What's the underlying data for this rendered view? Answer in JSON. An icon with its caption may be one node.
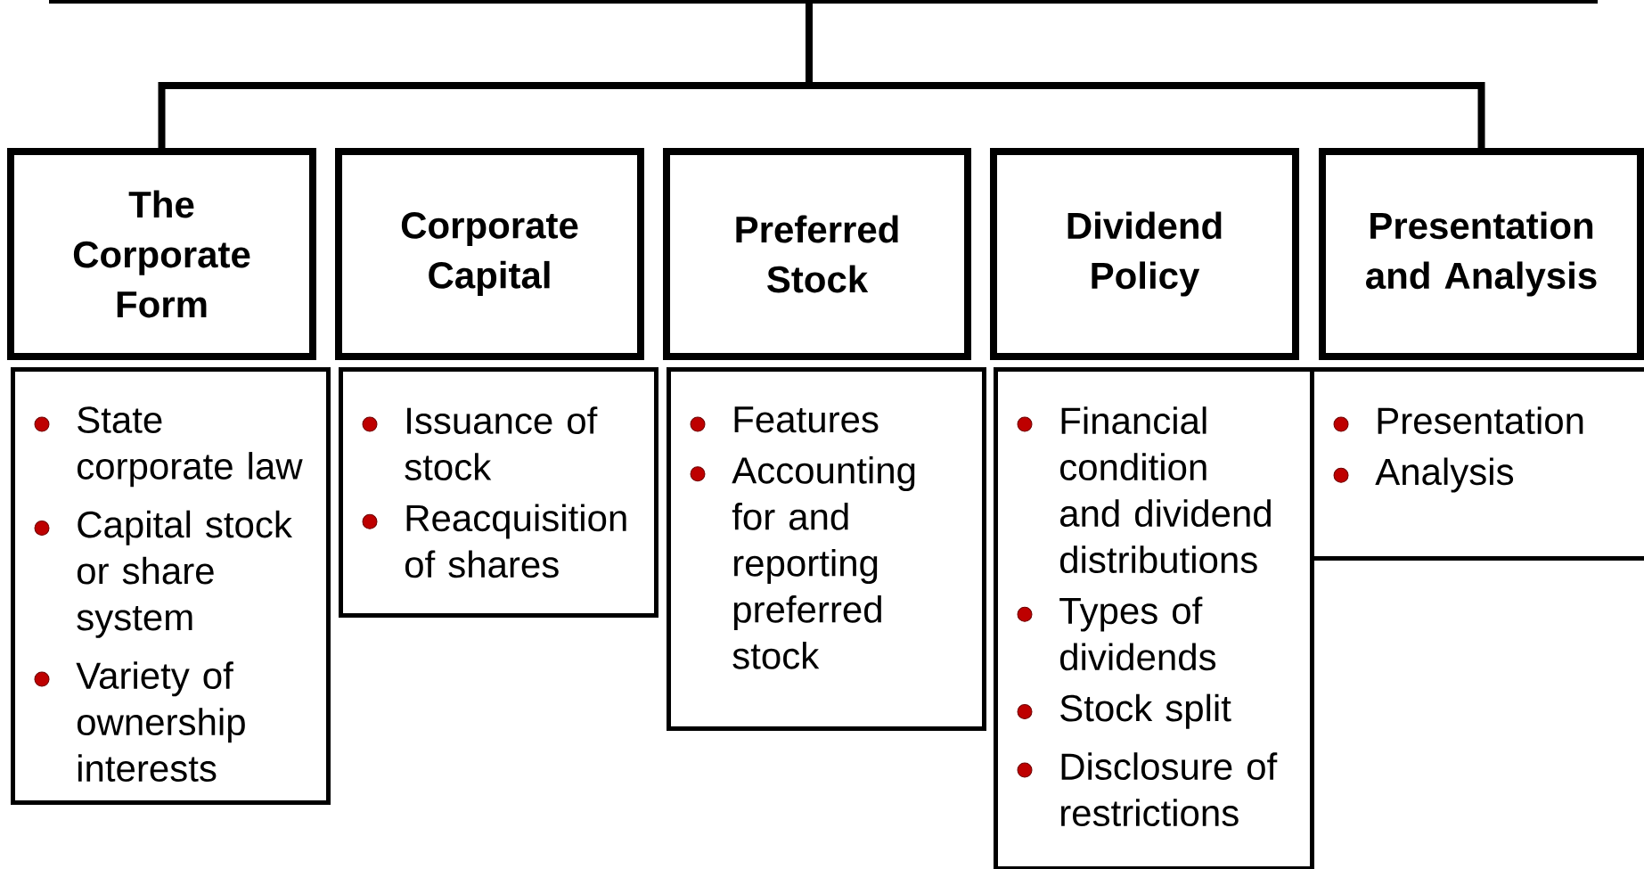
{
  "diagram": {
    "nodes": [
      {
        "text": [],
        "shape": "box"
      },
      {
        "text": [
          "The Corporate Form"
        ]
      },
      {
        "text": [
          "Corporate Capital"
        ]
      },
      {
        "text": [
          "Preferred Stock"
        ]
      },
      {
        "text": [
          "Dividend Policy"
        ]
      },
      {
        "text": [
          "Presentation and Analysis"
        ]
      },
      {
        "text": [
          "State corporate law",
          "Capital stock or share system",
          "Variety of ownership interests"
        ]
      },
      {
        "text": [
          "Issuance of stock",
          "Reacquisition of shares"
        ]
      },
      {
        "text": [
          "Features",
          "Accounting for and reporting preferred stock"
        ]
      },
      {
        "text": [
          "Financial condition and dividend distributions",
          "Types of dividends",
          "Stock split",
          "Disclosure of restrictions"
        ]
      },
      {
        "text": [
          "Presentation",
          "Analysis"
        ]
      }
    ],
    "edges": [
      {
        "from": 0,
        "to": 1,
        "arrow": "none"
      },
      {
        "from": 0,
        "to": 5,
        "arrow": "none"
      }
    ]
  }
}
